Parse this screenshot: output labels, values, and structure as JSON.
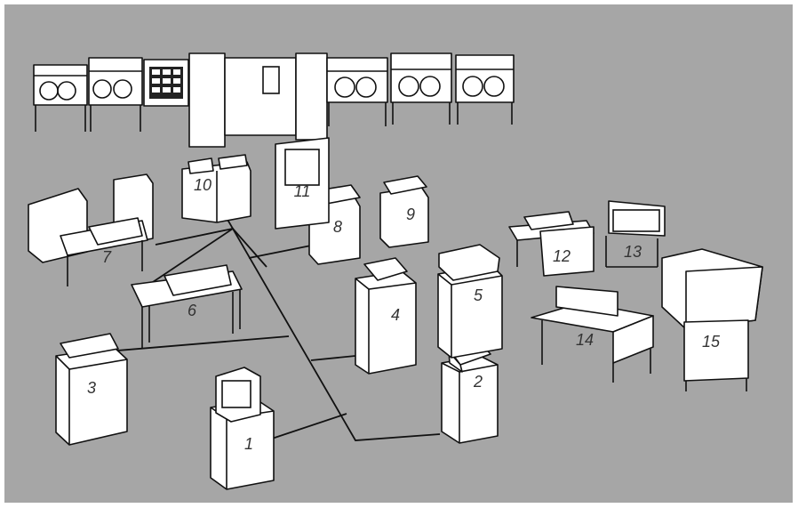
{
  "colors": {
    "background": "#a6a6a6",
    "line": "#111111",
    "equipment": "#ffffff",
    "label": "#333333"
  },
  "labels": {
    "u1": "1",
    "u2": "2",
    "u3": "3",
    "u4": "4",
    "u5": "5",
    "u6": "6",
    "u7": "7",
    "u8": "8",
    "u9": "9",
    "u10": "10",
    "u11": "11",
    "u12": "12",
    "u13": "13",
    "u14": "14",
    "u15": "15"
  }
}
